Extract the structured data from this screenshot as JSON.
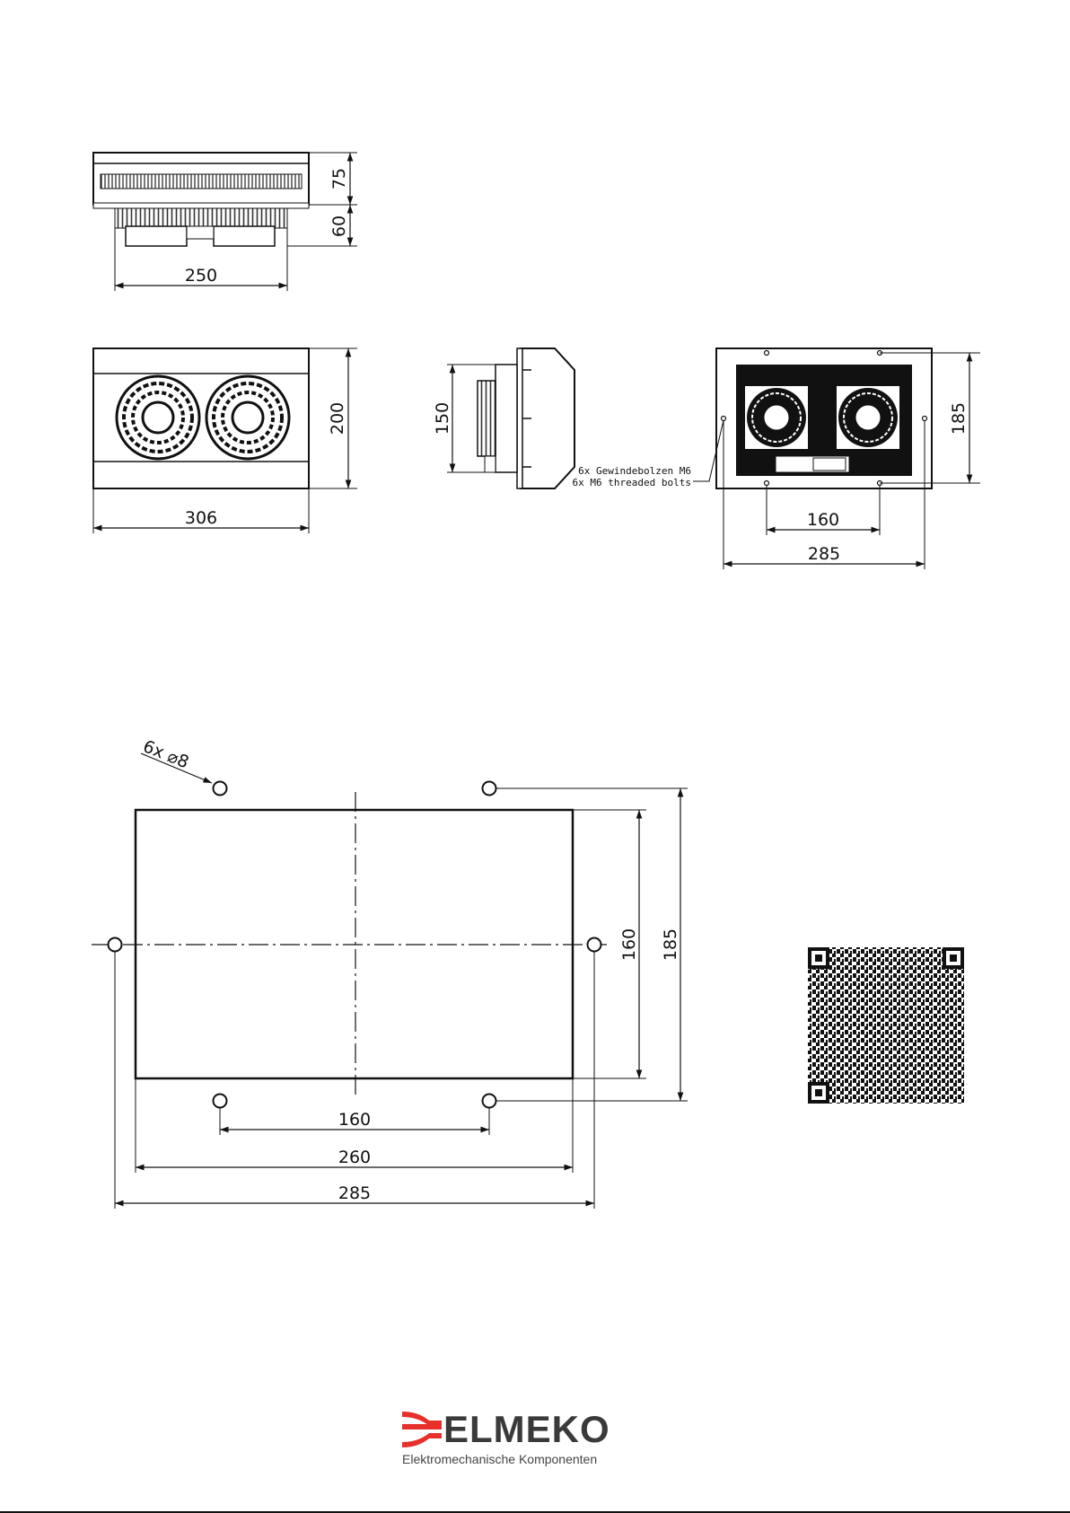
{
  "views": {
    "front": {
      "width": "250",
      "height_top": "75",
      "height_bottom": "60"
    },
    "top": {
      "width": "306",
      "height": "200"
    },
    "side": {
      "height": "150"
    },
    "bottom": {
      "height": "185",
      "hole_spacing": "160",
      "width": "285",
      "note_de": "6x Gewindebolzen M6",
      "note_en": "6x M6 threaded bolts"
    }
  },
  "cutout": {
    "holes_label": "6x ⌀8",
    "hole_spacing_x": "160",
    "cutout_width": "260",
    "bolt_width": "285",
    "cutout_height": "160",
    "bolt_height": "185"
  },
  "footer": {
    "brand": "ELMEKO",
    "tagline": "Elektromechanische Komponenten",
    "brand_color": "#e8302a"
  }
}
